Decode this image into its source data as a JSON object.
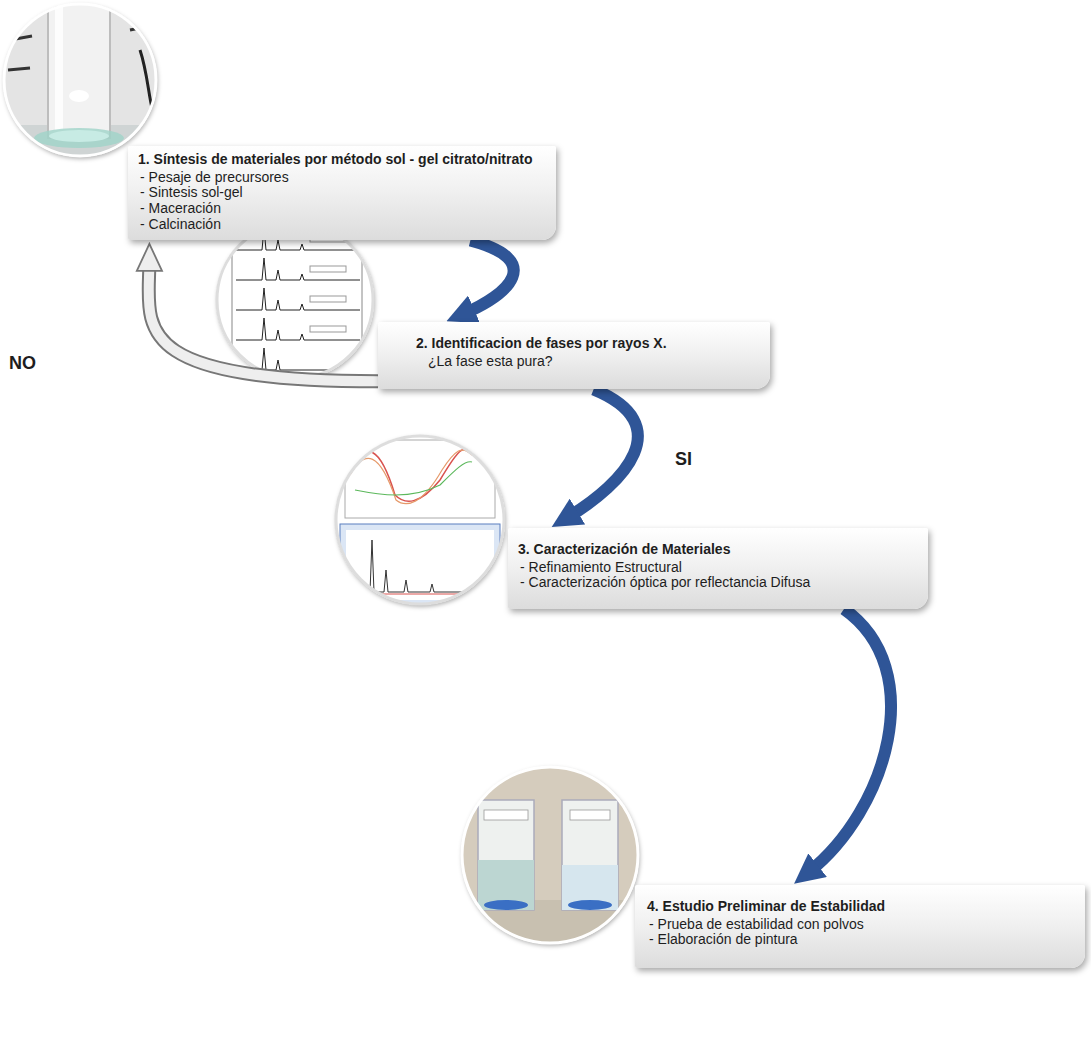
{
  "diagram": {
    "nodes": [
      {
        "text": [
          "1. Síntesis de materiales por método sol - gel citrato/nitrato",
          "- Pesaje de precursores",
          "- Sintesis sol-gel",
          "- Maceración",
          "- Calcinación"
        ]
      },
      {
        "text": [
          "2. Identificacion de fases por rayos X.",
          "¿La fase esta pura?"
        ]
      },
      {
        "text": [
          "3. Caracterización de Materiales",
          "- Refinamiento Estructural",
          "- Caracterización óptica por reflectancia Difusa"
        ]
      },
      {
        "text": [
          "4. Estudio Preliminar de Estabilidad",
          "- Prueba de estabilidad con polvos",
          "- Elaboración de pintura"
        ]
      }
    ],
    "edges": [
      {
        "from": 0,
        "to": 1,
        "arrow": "to"
      },
      {
        "from": 1,
        "to": 2,
        "arrow": "to",
        "label": "SI"
      },
      {
        "from": 2,
        "to": 3,
        "arrow": "to"
      },
      {
        "from": 1,
        "to": 0,
        "arrow": "to",
        "label": "NO"
      }
    ]
  }
}
